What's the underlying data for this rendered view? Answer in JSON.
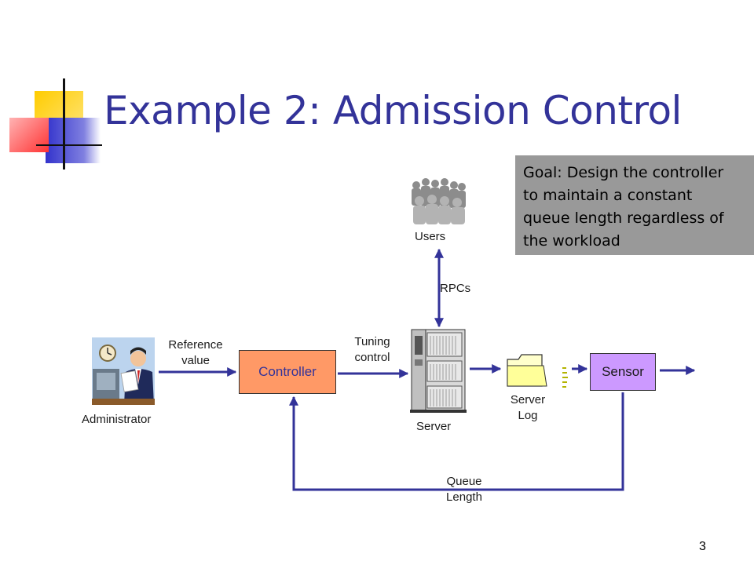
{
  "slide": {
    "title": "Example 2: Admission Control",
    "page_number": "3"
  },
  "goal_box": {
    "line1": "Goal: Design the controller",
    "line2": "to maintain a constant",
    "line3": "queue length regardless of",
    "line4": "the workload"
  },
  "diagram": {
    "administrator_label": "Administrator",
    "reference_line1": "Reference",
    "reference_line2": "value",
    "controller_label": "Controller",
    "tuning_line1": "Tuning",
    "tuning_line2": "control",
    "server_label": "Server",
    "users_label": "Users",
    "rpcs_label": "RPCs",
    "server_log_line1": "Server",
    "server_log_line2": "Log",
    "sensor_label": "Sensor",
    "queue_line1": "Queue",
    "queue_line2": "Length"
  },
  "colors": {
    "title": "#333399",
    "arrow": "#333399",
    "controller_fill": "#ff9966",
    "sensor_fill": "#cc99ff",
    "goal_fill": "#999999",
    "deco_yellow": "#ffcc00",
    "deco_blue": "#3333cc",
    "deco_red": "#ff3333"
  }
}
